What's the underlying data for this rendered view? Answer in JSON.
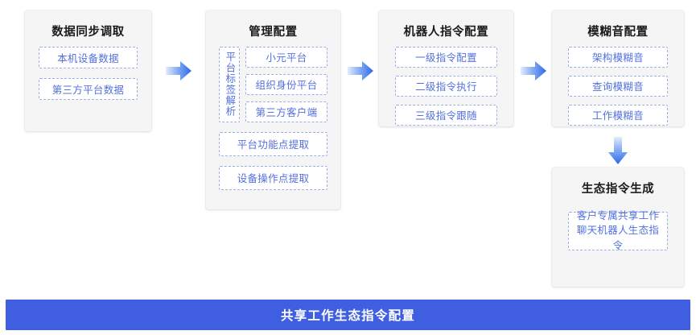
{
  "footer": {
    "label": "共享工作生态指令配置",
    "accent_color": "#3f5fe0"
  },
  "theme": {
    "card_background": "#f5f5f6",
    "item_text_color": "#5270df",
    "item_border_color": "#9aafe6",
    "title_color": "#1b1b1b",
    "page_background": "#ffffff",
    "arrow_gradient_from": "#dfe8fb",
    "arrow_gradient_to": "#2f6ae8"
  },
  "columns": [
    {
      "id": "data-sync",
      "title": "数据同步调取",
      "items": [
        {
          "label": "本机设备数据"
        },
        {
          "label": "第三方平台数据"
        }
      ]
    },
    {
      "id": "manage",
      "title": "管理配置",
      "group": {
        "vertical_label": "平台标签解析",
        "items": [
          {
            "label": "小元平台"
          },
          {
            "label": "组织身份平台"
          },
          {
            "label": "第三方客户端"
          }
        ]
      },
      "items": [
        {
          "label": "平台功能点提取"
        },
        {
          "label": "设备操作点提取"
        }
      ]
    },
    {
      "id": "robot",
      "title": "机器人指令配置",
      "items": [
        {
          "label": "一级指令配置"
        },
        {
          "label": "二级指令执行"
        },
        {
          "label": "三级指令跟随"
        }
      ]
    },
    {
      "id": "fuzzy",
      "title": "模糊音配置",
      "items": [
        {
          "label": "架构模糊音"
        },
        {
          "label": "查询模糊音"
        },
        {
          "label": "工作模糊音"
        }
      ]
    },
    {
      "id": "eco",
      "title": "生态指令生成",
      "items": [
        {
          "label": "客户专属共享工作聊天机器人生态指令"
        }
      ]
    }
  ],
  "arrows": [
    {
      "id": "arrow-1",
      "direction": "right"
    },
    {
      "id": "arrow-2",
      "direction": "right"
    },
    {
      "id": "arrow-3",
      "direction": "right"
    },
    {
      "id": "arrow-4",
      "direction": "down"
    }
  ]
}
